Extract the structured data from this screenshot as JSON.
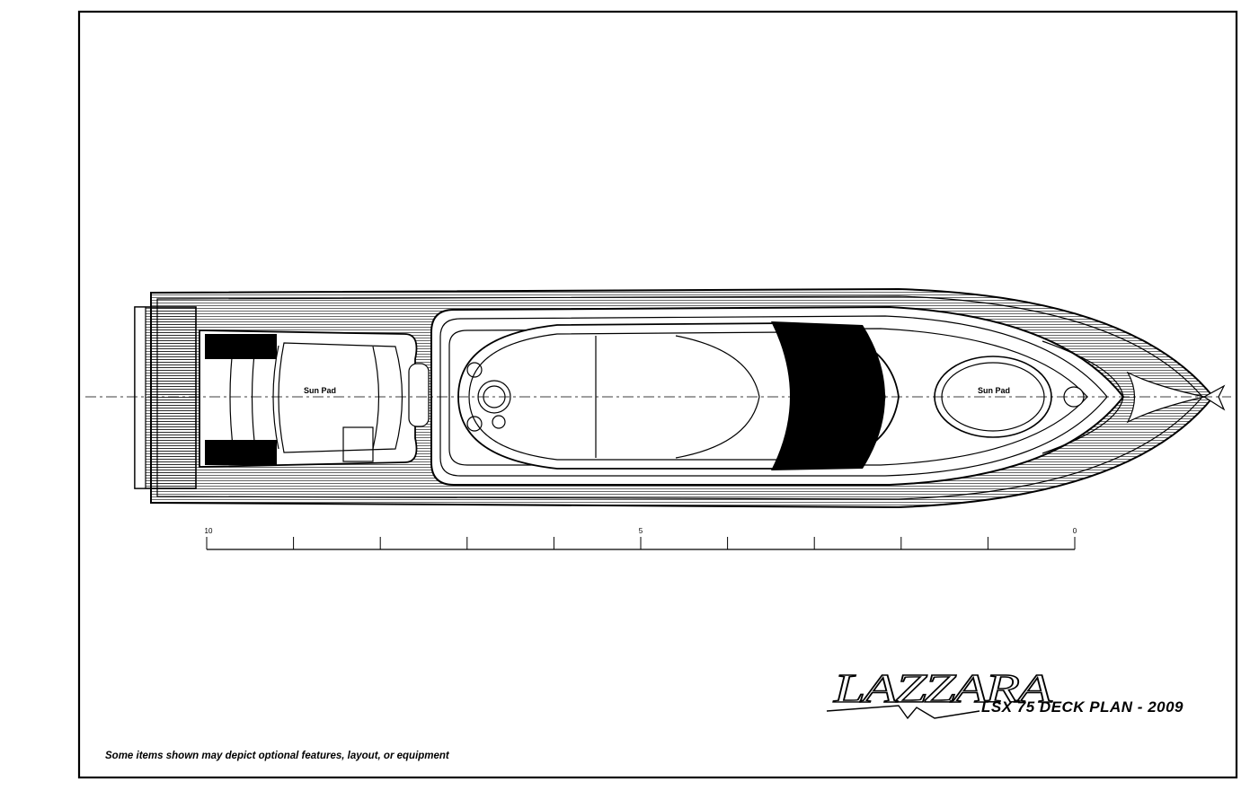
{
  "drawing": {
    "brand": "LAZZARA",
    "title": "LSX  75 DECK PLAN - 2009",
    "disclaimer": "Some items shown may depict optional features, layout, or equipment",
    "labels": {
      "aft_sun_pad": "Sun Pad",
      "bow_sun_pad": "Sun Pad"
    },
    "scale": {
      "ticks": [
        "10",
        "5",
        "0"
      ],
      "divisions": 10
    },
    "colors": {
      "ink": "#000000",
      "paper": "#ffffff"
    }
  }
}
